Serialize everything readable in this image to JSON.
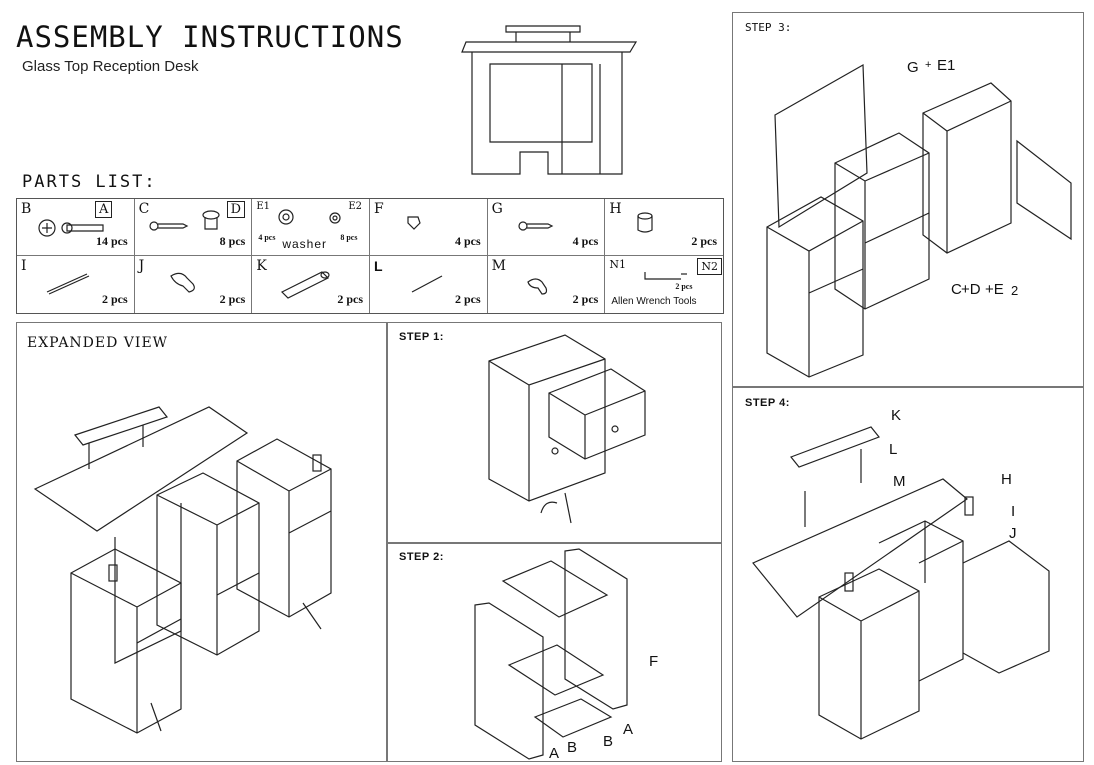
{
  "header": {
    "title": "ASSEMBLY INSTRUCTIONS",
    "subtitle": "Glass Top Reception Desk"
  },
  "parts": {
    "heading": "PARTS LIST:",
    "row1": [
      {
        "letters": [
          "B",
          "A"
        ],
        "qty": "14 pcs"
      },
      {
        "letters": [
          "C",
          "D"
        ],
        "qty": "8 pcs"
      },
      {
        "letters": [
          "E1",
          "E2"
        ],
        "qty_left": "4 pcs",
        "qty_right": "8 pcs",
        "label": "washer"
      },
      {
        "letters": [
          "F"
        ],
        "qty": "4 pcs"
      },
      {
        "letters": [
          "G"
        ],
        "qty": "4 pcs"
      },
      {
        "letters": [
          "H"
        ],
        "qty": "2 pcs"
      }
    ],
    "row2": [
      {
        "letters": [
          "I"
        ],
        "qty": "2 pcs"
      },
      {
        "letters": [
          "J"
        ],
        "qty": "2 pcs"
      },
      {
        "letters": [
          "K"
        ],
        "qty": "2 pcs"
      },
      {
        "letters": [
          "L"
        ],
        "qty": "2 pcs"
      },
      {
        "letters": [
          "M"
        ],
        "qty": "2 pcs"
      },
      {
        "letters": [
          "N1",
          "N2"
        ],
        "qty": "2 pcs",
        "label": "Allen Wrench Tools"
      }
    ]
  },
  "expanded": {
    "label": "EXPANDED VIEW"
  },
  "step1": {
    "label": "STEP 1:"
  },
  "step2": {
    "label": "STEP 2:",
    "callouts": [
      "F",
      "A",
      "B",
      "A",
      "B"
    ]
  },
  "step3": {
    "label": "STEP 3:",
    "callouts": [
      "G",
      "+",
      "E1",
      "C",
      "+D",
      "+E",
      "2"
    ]
  },
  "step4": {
    "label": "STEP 4:",
    "callouts": [
      "K",
      "L",
      "M",
      "H",
      "I",
      "J"
    ]
  }
}
